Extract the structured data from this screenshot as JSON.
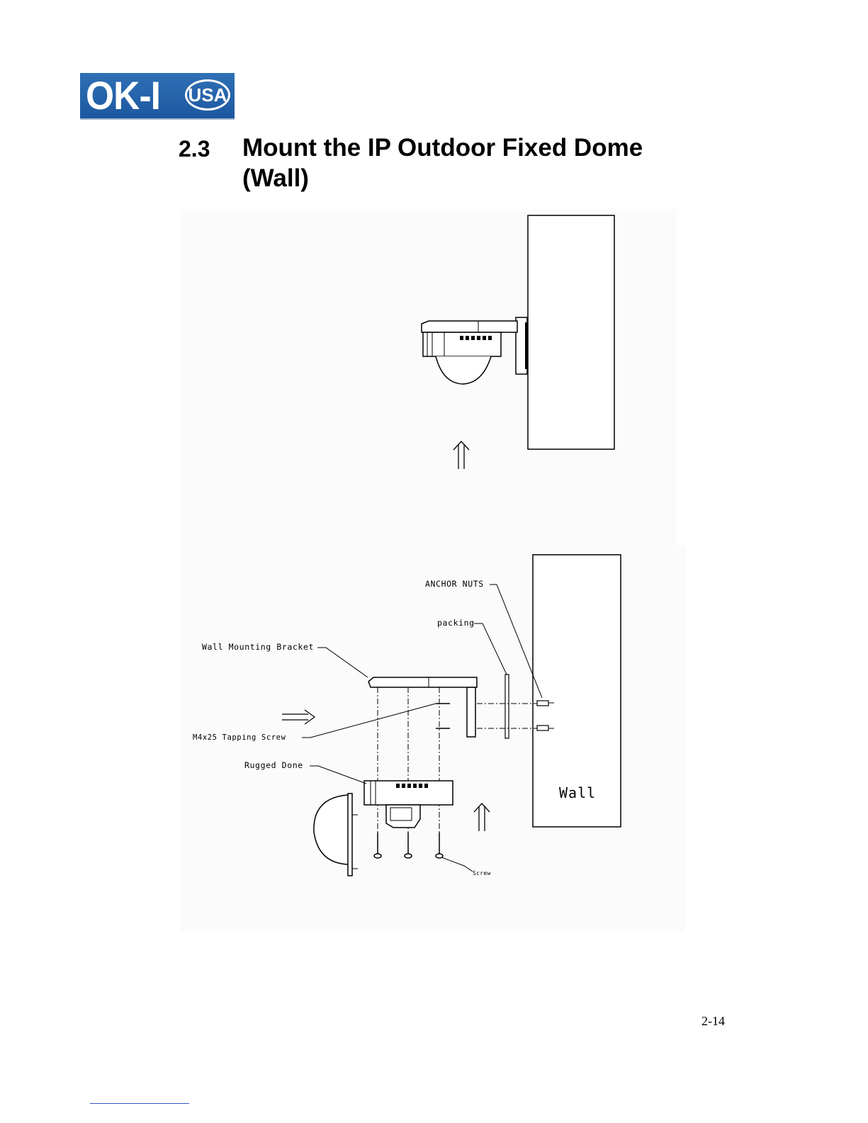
{
  "logo": {
    "main_text": "OK-I",
    "badge_text": "USA"
  },
  "heading": {
    "section_number": "2.3",
    "title": "Mount the IP Outdoor Fixed Dome (Wall)"
  },
  "figure_bottom": {
    "labels": {
      "anchor_nuts": "ANCHOR NUTS",
      "packing": "packing",
      "wall_mounting_bracket": "Wall Mounting Bracket",
      "tapping_screw": "M4x25 Tapping Screw",
      "rugged_dome": "Rugged Done",
      "screw": "Screw",
      "wall": "Wall"
    }
  },
  "page_number": "2-14"
}
